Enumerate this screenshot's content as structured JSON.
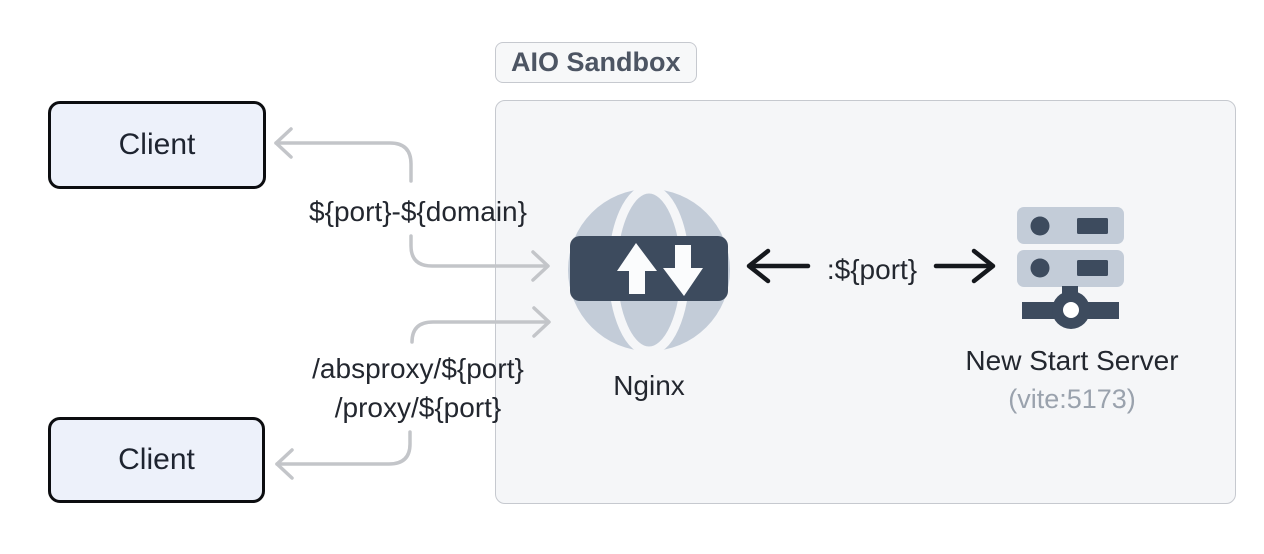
{
  "sandbox": {
    "label": "AIO Sandbox"
  },
  "clients": [
    {
      "label": "Client"
    },
    {
      "label": "Client"
    }
  ],
  "nodes": {
    "nginx": {
      "label": "Nginx",
      "icon": "nginx-globe-transfer-icon"
    },
    "server": {
      "label": "New Start Server",
      "sublabel": "(vite:5173)",
      "icon": "server-stack-icon"
    }
  },
  "routes": {
    "subdomain": "${port}-${domain}",
    "absproxy": "/absproxy/${port}",
    "proxy": "/proxy/${port}",
    "port": ":${port}"
  },
  "colors": {
    "navy": "#3d4b5e",
    "icon-gray": "#c3ccd8",
    "connector": "#c3c5c9",
    "arrow-black": "#15181d",
    "sandbox-fill": "#f5f6f8",
    "sandbox-border": "#c6c9cf",
    "client-fill": "#edf1fa",
    "client-border": "#0c0d10",
    "text-dark": "#23272f",
    "text-muted": "#9aa2ad",
    "badge-text": "#4d5563",
    "badge-fill": "#f7f8f9"
  }
}
